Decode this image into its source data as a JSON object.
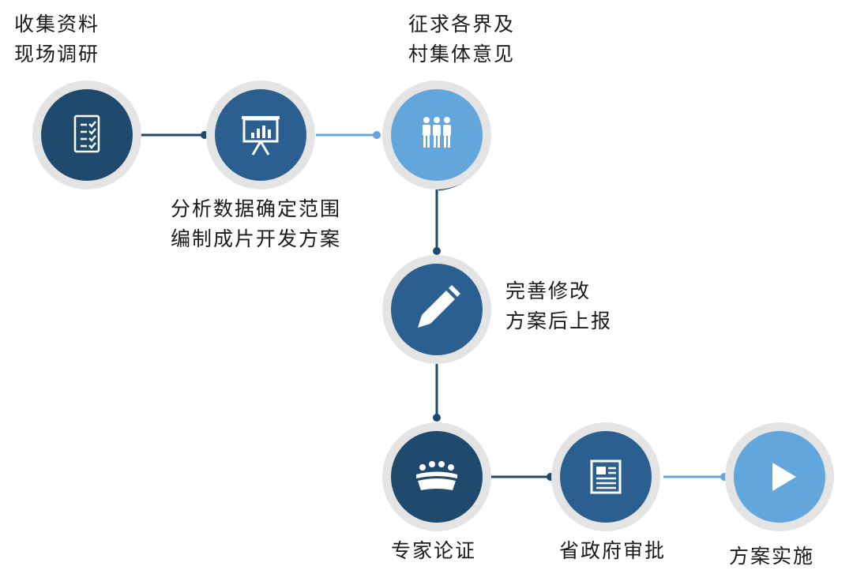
{
  "steps": [
    {
      "id": "step-1",
      "icon": "checklist-icon",
      "lines": [
        "收集资料",
        "现场调研"
      ]
    },
    {
      "id": "step-2",
      "icon": "presentation-chart-icon",
      "lines": [
        "分析数据确定范围",
        "编制成片开发方案"
      ]
    },
    {
      "id": "step-3",
      "icon": "people-group-icon",
      "lines": [
        "征求各界及",
        "村集体意见"
      ]
    },
    {
      "id": "step-4",
      "icon": "pencil-icon",
      "lines": [
        "完善修改",
        "方案后上报"
      ]
    },
    {
      "id": "step-5",
      "icon": "meeting-icon",
      "lines": [
        "专家论证"
      ]
    },
    {
      "id": "step-6",
      "icon": "newspaper-icon",
      "lines": [
        "省政府审批"
      ]
    },
    {
      "id": "step-7",
      "icon": "play-icon",
      "lines": [
        "方案实施"
      ]
    }
  ],
  "colors": {
    "dark": "#1f4a6e",
    "mid": "#2a5f8f",
    "light": "#63a6dc",
    "ring": "#e4e4e4",
    "line_dark": "#1f4a6e",
    "line_light": "#63a6dc"
  }
}
